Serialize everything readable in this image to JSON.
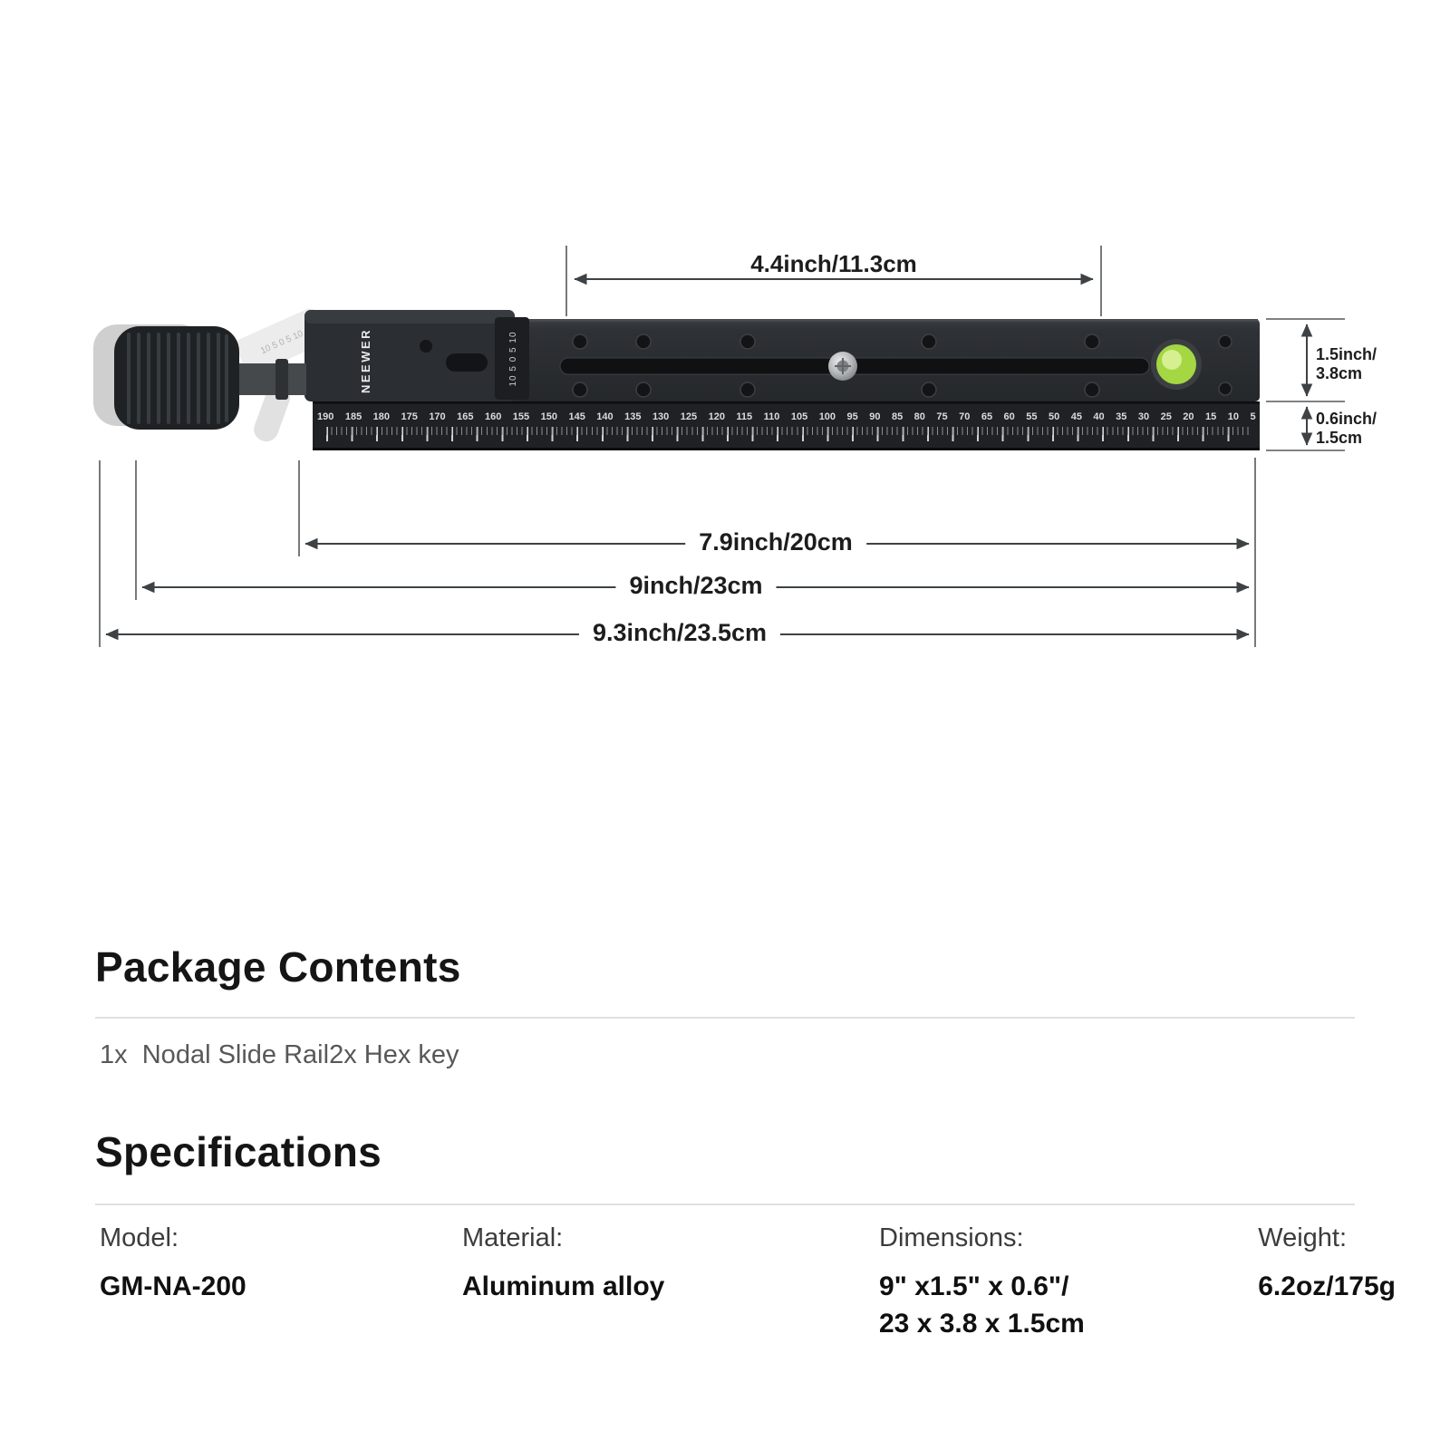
{
  "product": {
    "brand": "NEEWER",
    "clamp_scale": "10 5 0 5 10",
    "ruler_numbers": [
      "190",
      "185",
      "180",
      "175",
      "170",
      "165",
      "160",
      "155",
      "150",
      "145",
      "140",
      "135",
      "130",
      "125",
      "120",
      "115",
      "110",
      "105",
      "100",
      "95",
      "90",
      "85",
      "80",
      "75",
      "70",
      "65",
      "60",
      "55",
      "50",
      "45",
      "40",
      "35",
      "30",
      "25",
      "20",
      "15",
      "10",
      "5"
    ]
  },
  "dims": {
    "top": "4.4inch/11.3cm",
    "height_line1": "1.5inch/",
    "height_line2": "3.8cm",
    "thickness_line1": "0.6inch/",
    "thickness_line2": "1.5cm",
    "rail_length": "7.9inch/20cm",
    "body_length": "9inch/23cm",
    "total_length": "9.3inch/23.5cm"
  },
  "package": {
    "heading": "Package Contents",
    "items": [
      "1x  Nodal Slide Rail",
      "2x Hex key"
    ]
  },
  "specs": {
    "heading": "Specifications",
    "columns": [
      {
        "label": "Model:",
        "value": "GM-NA-200"
      },
      {
        "label": "Material:",
        "value": "Aluminum alloy"
      },
      {
        "label": "Dimensions:",
        "value": "9\" x1.5\" x 0.6\"/",
        "value2": "23 x 3.8 x 1.5cm"
      },
      {
        "label": "Weight:",
        "value": "6.2oz/175g"
      }
    ]
  },
  "colors": {
    "rail_dark": "#26292c",
    "level_green": "#a4d742",
    "dimension_line": "#3e4245"
  }
}
